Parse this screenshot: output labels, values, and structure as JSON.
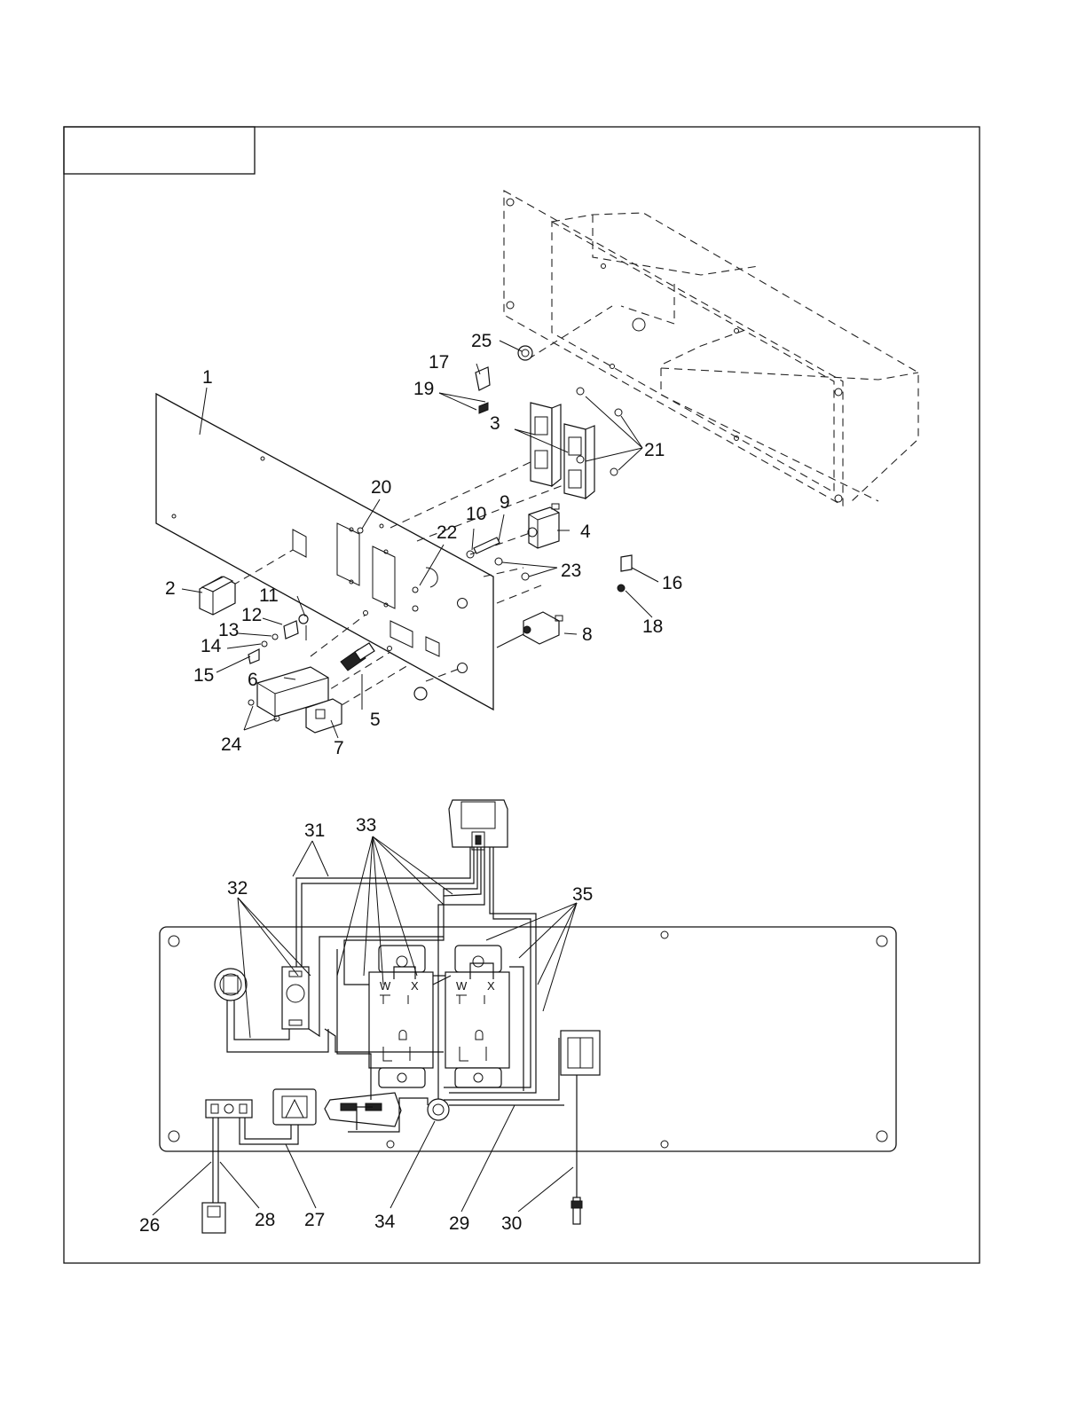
{
  "title_box_text": "",
  "callouts": {
    "c1": "1",
    "c2": "2",
    "c3": "3",
    "c4": "4",
    "c5": "5",
    "c6": "6",
    "c7": "7",
    "c8": "8",
    "c9": "9",
    "c10": "10",
    "c11": "11",
    "c12": "12",
    "c13": "13",
    "c14": "14",
    "c15": "15",
    "c16": "16",
    "c17": "17",
    "c18": "18",
    "c19": "19",
    "c20": "20",
    "c21": "21",
    "c22": "22",
    "c23": "23",
    "c24": "24",
    "c25": "25",
    "c26": "26",
    "c27": "27",
    "c28": "28",
    "c29": "29",
    "c30": "30",
    "c31": "31",
    "c32": "32",
    "c33": "33",
    "c34": "34",
    "c35": "35"
  },
  "outlet_terminals": {
    "w": "W",
    "x": "X"
  }
}
